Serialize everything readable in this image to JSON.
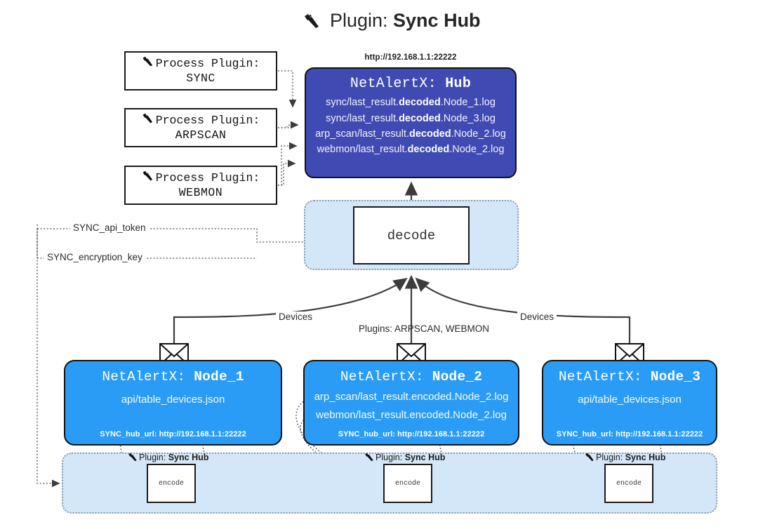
{
  "title": {
    "icon": "plug-icon",
    "prefix": "Plugin:",
    "name": "Sync Hub"
  },
  "process_plugins": [
    {
      "icon": "plug-icon",
      "line1": "Process Plugin:",
      "line2": "SYNC"
    },
    {
      "icon": "plug-icon",
      "line1": "Process Plugin:",
      "line2": "ARPSCAN"
    },
    {
      "icon": "plug-icon",
      "line1": "Process Plugin:",
      "line2": "WEBMON"
    }
  ],
  "hub": {
    "url": "http://192.168.1.1:22222",
    "title_prefix": "NetAlertX:",
    "title_name": "Hub",
    "lines": [
      {
        "pre": "sync/last_result.",
        "bold": "decoded",
        "post": ".Node_1.log"
      },
      {
        "pre": "sync/last_result.",
        "bold": "decoded",
        "post": ".Node_3.log"
      },
      {
        "pre": "arp_scan/last_result.",
        "bold": "decoded",
        "post": ".Node_2.log"
      },
      {
        "pre": "webmon/last_result.",
        "bold": "decoded",
        "post": ".Node_2.log"
      }
    ]
  },
  "decode": {
    "label": "decode"
  },
  "secrets": [
    {
      "label": "SYNC_api_token"
    },
    {
      "label": "SYNC_encryption_key"
    }
  ],
  "edges": {
    "devices_left": "Devices",
    "devices_right": "Devices",
    "plugins_middle": "Plugins: ARPSCAN, WEBMON"
  },
  "nodes": [
    {
      "title_prefix": "NetAlertX:",
      "title_name": "Node_1",
      "lines": [
        "api/table_devices.json"
      ],
      "url_label": "SYNC_hub_url:",
      "url_value": "http://192.168.1.1:22222",
      "mail_icon": "envelope-icon"
    },
    {
      "title_prefix": "NetAlertX:",
      "title_name": "Node_2",
      "lines": [
        "arp_scan/last_result.encoded.Node_2.log",
        "webmon/last_result.encoded.Node_2.log"
      ],
      "url_label": "SYNC_hub_url:",
      "url_value": "http://192.168.1.1:22222",
      "mail_icon": "envelope-icon"
    },
    {
      "title_prefix": "NetAlertX:",
      "title_name": "Node_3",
      "lines": [
        "api/table_devices.json"
      ],
      "url_label": "SYNC_hub_url:",
      "url_value": "http://192.168.1.1:22222",
      "mail_icon": "envelope-icon"
    }
  ],
  "encoders": [
    {
      "icon": "plug-icon",
      "caption_prefix": "Plugin:",
      "caption_name": "Sync Hub",
      "label": "encode"
    },
    {
      "icon": "plug-icon",
      "caption_prefix": "Plugin:",
      "caption_name": "Sync Hub",
      "label": "encode"
    },
    {
      "icon": "plug-icon",
      "caption_prefix": "Plugin:",
      "caption_name": "Sync Hub",
      "label": "encode"
    }
  ],
  "colors": {
    "hub": "#3f4bb3",
    "node": "#2b9cf5",
    "pane": "#d4e7f8",
    "stroke": "#121212",
    "dotted": "#8c9aa6"
  }
}
